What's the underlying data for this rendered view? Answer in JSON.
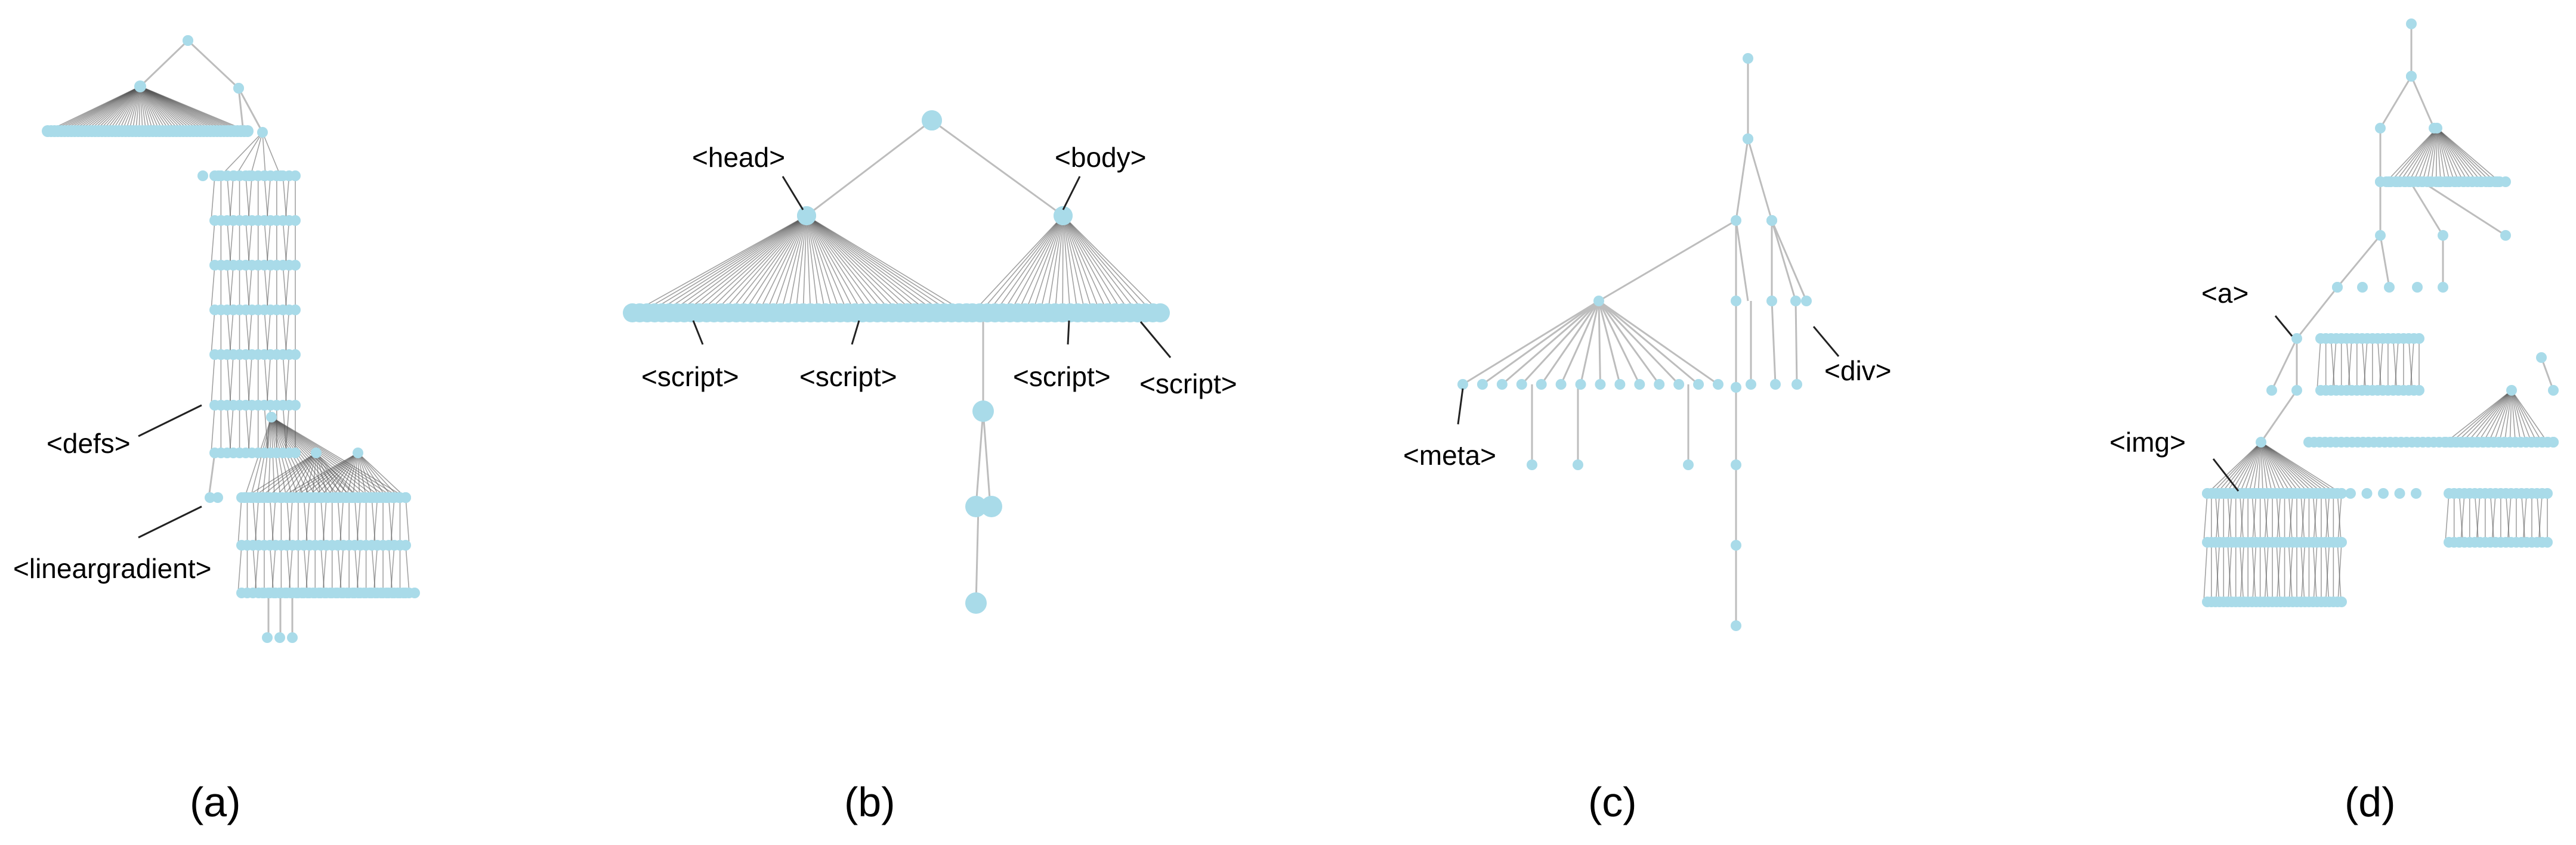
{
  "colors": {
    "node": "#a9dbe9",
    "edge": "#bdbdbd",
    "fan": "#555555",
    "label": "#000000"
  },
  "panels": [
    {
      "id": "a",
      "caption": "(a)",
      "labels": [
        "<defs>",
        "<lineargradient>"
      ]
    },
    {
      "id": "b",
      "caption": "(b)",
      "labels": [
        "<head>",
        "<body>",
        "<script>",
        "<script>",
        "<script>",
        "<script>"
      ]
    },
    {
      "id": "c",
      "caption": "(c)",
      "labels": [
        "<meta>",
        "<div>"
      ]
    },
    {
      "id": "d",
      "caption": "(d)",
      "labels": [
        "<a>",
        "<img>"
      ]
    }
  ]
}
